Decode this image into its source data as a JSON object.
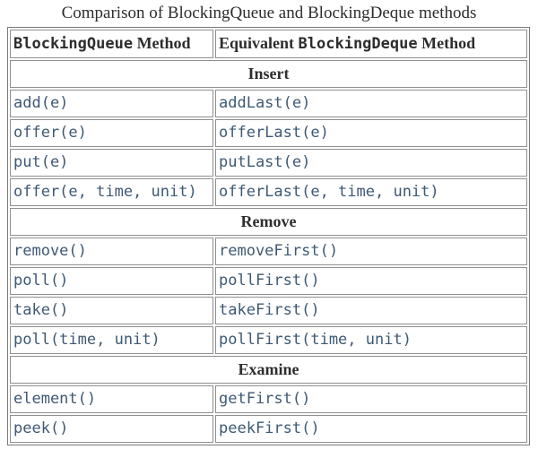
{
  "title": "Comparison of BlockingQueue and BlockingDeque methods",
  "colors": {
    "code_text": "#3e5974",
    "heading_text": "#2d2d2d",
    "cell_border": "#8f8f8f",
    "table_border": "#7a7a7a",
    "background": "#ffffff"
  },
  "table": {
    "columns": [
      {
        "parts": [
          {
            "text": "BlockingQueue",
            "mono": true
          },
          {
            "text": " Method",
            "mono": false
          }
        ]
      },
      {
        "parts": [
          {
            "text": "Equivalent ",
            "mono": false
          },
          {
            "text": "BlockingDeque",
            "mono": true
          },
          {
            "text": " Method",
            "mono": false
          }
        ]
      }
    ],
    "sections": [
      {
        "label": "Insert",
        "rows": [
          [
            "add(e)",
            "addLast(e)"
          ],
          [
            "offer(e)",
            "offerLast(e)"
          ],
          [
            "put(e)",
            "putLast(e)"
          ],
          [
            "offer(e, time, unit)",
            "offerLast(e, time, unit)"
          ]
        ]
      },
      {
        "label": "Remove",
        "rows": [
          [
            "remove()",
            "removeFirst()"
          ],
          [
            "poll()",
            "pollFirst()"
          ],
          [
            "take()",
            "takeFirst()"
          ],
          [
            "poll(time, unit)",
            "pollFirst(time, unit)"
          ]
        ]
      },
      {
        "label": "Examine",
        "rows": [
          [
            "element()",
            "getFirst()"
          ],
          [
            "peek()",
            "peekFirst()"
          ]
        ]
      }
    ]
  }
}
